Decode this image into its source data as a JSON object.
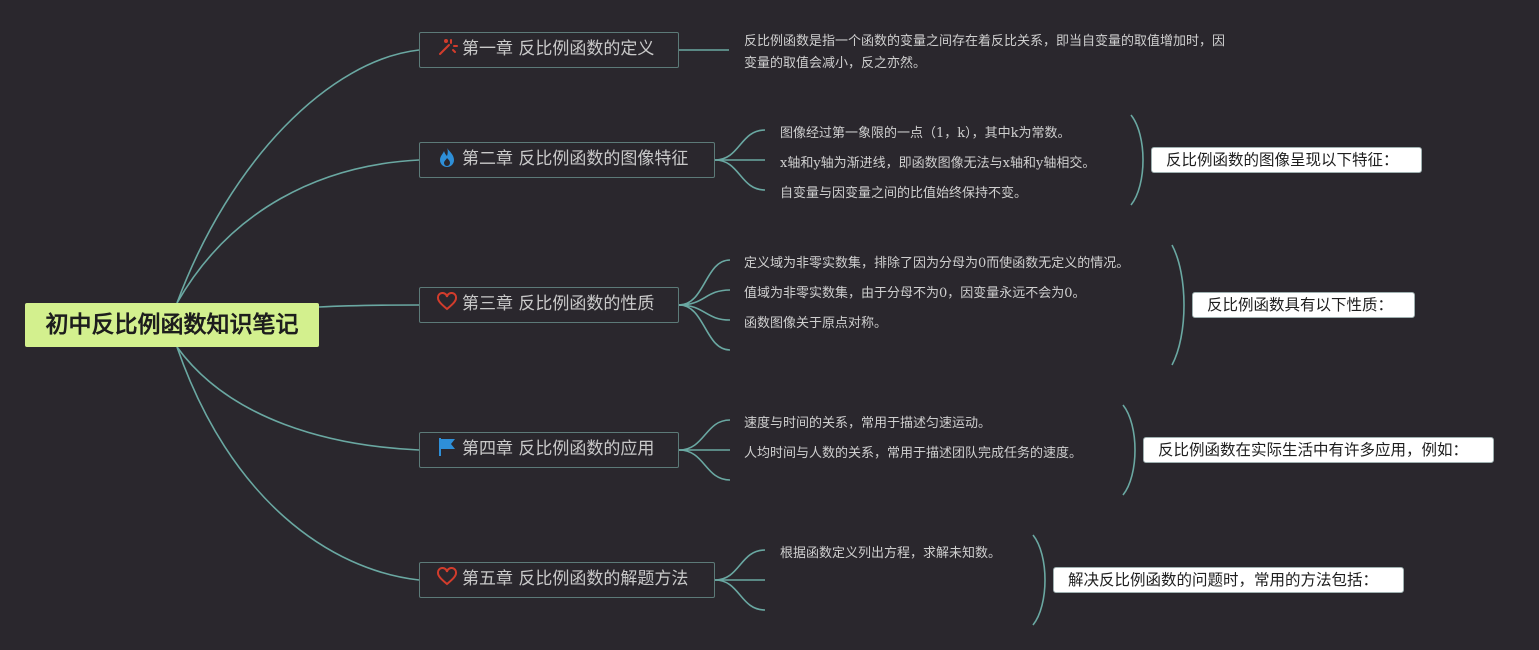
{
  "root": {
    "title": "初中反比例函数知识笔记"
  },
  "chapters": [
    {
      "title": "第一章 反比例函数的定义",
      "icon": "wand-icon",
      "icon_color": "#d23c2c",
      "definition": "反比例函数是指一个函数的变量之间存在着反比关系，即当自变量的取值增加时，因变量的取值会减小，反之亦然。"
    },
    {
      "title": "第二章 反比例函数的图像特征",
      "icon": "flame-icon",
      "icon_color": "#2e8fd8",
      "summary": "反比例函数的图像呈现以下特征：",
      "points": [
        "图像经过第一象限的一点（1，k），其中k为常数。",
        "x轴和y轴为渐进线，即函数图像无法与x轴和y轴相交。",
        "自变量与因变量之间的比值始终保持不变。"
      ]
    },
    {
      "title": "第三章 反比例函数的性质",
      "icon": "heart-icon",
      "icon_color": "#d23c2c",
      "summary": "反比例函数具有以下性质：",
      "points": [
        "定义域为非零实数集，排除了因为分母为0而使函数无定义的情况。",
        "值域为非零实数集，由于分母不为0，因变量永远不会为0。",
        "函数图像关于原点对称。"
      ]
    },
    {
      "title": "第四章 反比例函数的应用",
      "icon": "flag-icon",
      "icon_color": "#2e8fd8",
      "summary": "反比例函数在实际生活中有许多应用，例如：",
      "points": [
        "速度与时间的关系，常用于描述匀速运动。",
        "人均时间与人数的关系，常用于描述团队完成任务的速度。"
      ]
    },
    {
      "title": "第五章 反比例函数的解题方法",
      "icon": "heart-icon",
      "icon_color": "#d23c2c",
      "summary": "解决反比例函数的问题时，常用的方法包括：",
      "points": [
        "根据函数定义列出方程，求解未知数。"
      ]
    }
  ],
  "colors": {
    "background": "#2a272d",
    "connector": "#6aa8a2",
    "root_fill": "#d3f08e",
    "chapter_border": "#5c7a78"
  }
}
